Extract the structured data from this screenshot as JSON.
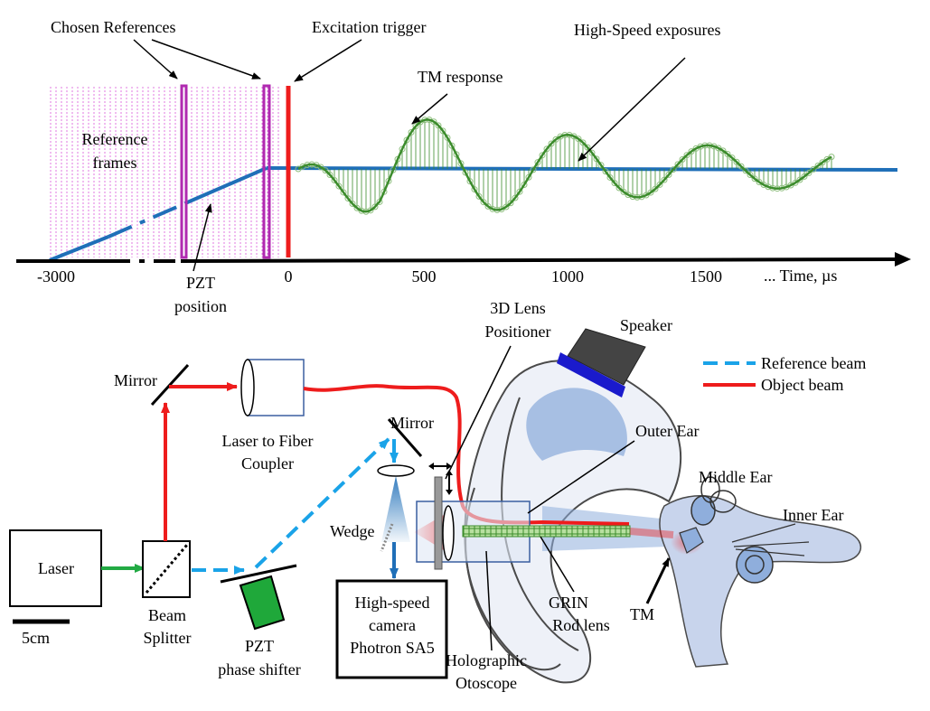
{
  "timeline": {
    "labels": {
      "chosen_references": "Chosen References",
      "excitation_trigger": "Excitation trigger",
      "high_speed_exposures": "High-Speed exposures",
      "tm_response": "TM response",
      "reference_frames_line1": "Reference",
      "reference_frames_line2": "frames",
      "pzt_position_line1": "PZT",
      "pzt_position_line2": "position"
    },
    "axis": {
      "ticks": [
        "-3000",
        "0",
        "500",
        "1000",
        "1500"
      ],
      "tick_values": [
        -3000,
        0,
        500,
        1000,
        1500
      ],
      "axis_label": "... Time, µs",
      "xlim": [
        -3000,
        2200
      ]
    },
    "colors": {
      "reference_frames": "#e07ae0",
      "chosen_reference": "#b02ab0",
      "excitation": "#ee1c1c",
      "pzt_line": "#1f6fb8",
      "tm_wave": "#3c8c2c",
      "tm_marker": "#8fbf7f"
    }
  },
  "setup": {
    "labels": {
      "lens_positioner_line1": "3D Lens",
      "lens_positioner_line2": "Positioner",
      "speaker": "Speaker",
      "mirror_top": "Mirror",
      "mirror_mid": "Mirror",
      "fiber_coupler_line1": "Laser to Fiber",
      "fiber_coupler_line2": "Coupler",
      "outer_ear": "Outer Ear",
      "middle_ear": "Middle Ear",
      "inner_ear": "Inner Ear",
      "wedge": "Wedge",
      "laser": "Laser",
      "scale": "5cm",
      "beam_splitter_line1": "Beam",
      "beam_splitter_line2": "Splitter",
      "pzt_shifter_line1": "PZT",
      "pzt_shifter_line2": "phase  shifter",
      "camera_line1": "High-speed",
      "camera_line2": "camera",
      "camera_line3": "Photron SA5",
      "otoscope_line1": "Holographic",
      "otoscope_line2": "Otoscope",
      "grin_line1": "GRIN",
      "grin_line2": "Rod lens",
      "tm": "TM"
    },
    "legend": {
      "reference_beam": "Reference beam",
      "object_beam": "Object beam"
    },
    "colors": {
      "reference_beam": "#1aa3e8",
      "object_beam": "#ee1c1c",
      "laser_output": "#22aa44",
      "pzt_body": "#1fa83a",
      "speaker_body": "#444444",
      "speaker_face": "#1a1acc",
      "ear_fill": "#8faedc"
    }
  }
}
